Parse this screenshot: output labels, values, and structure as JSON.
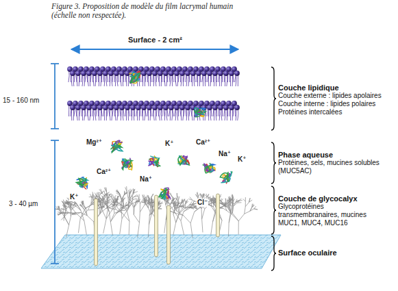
{
  "diagram": {
    "title": "Figure 3. Proposition de modèle du film lacrymal humain (échelle non respectée).",
    "nodes": [
      {
        "text": [
          "Couche lipidique",
          "Couche externe : lipides apolaires",
          "Couche interne : lipides polaires",
          "Protéines intercalées"
        ]
      },
      {
        "text": [
          "Phase aqueuse",
          "Protéines, sels, mucines solubles (MUC5AC)"
        ]
      },
      {
        "text": [
          "Couche de glycocalyx",
          "Glycoprotéines transmembranaires, mucines MUC1, MUC4, MUC16"
        ]
      },
      {
        "text": [
          "Surface oculaire"
        ]
      }
    ],
    "labels": [
      "Surface - 2 cm²",
      "15 - 160 nm",
      "3 - 40 µm",
      "Mg²⁺",
      "K⁺",
      "Ca²⁺",
      "Na⁺",
      "K⁺",
      "Ca²⁺",
      "Na⁺",
      "K⁺",
      "Cl⁻"
    ]
  }
}
